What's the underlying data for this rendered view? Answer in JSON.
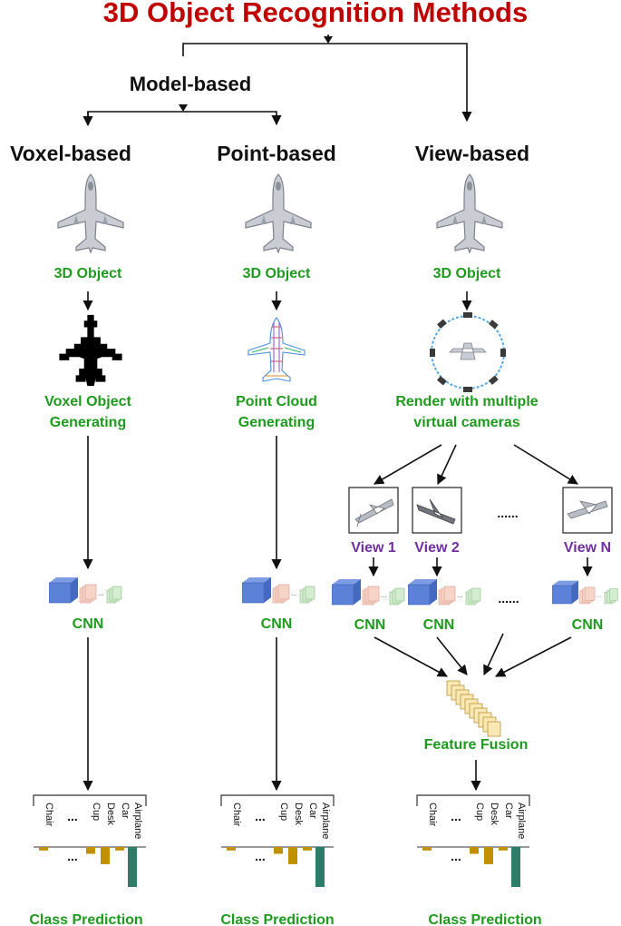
{
  "title": "3D Object Recognition Methods",
  "model_based": "Model-based",
  "columns": {
    "voxel": {
      "heading": "Voxel-based",
      "object_label": "3D Object",
      "generate_line1": "Voxel Object",
      "generate_line2": "Generating",
      "cnn_label": "CNN",
      "prediction_label": "Class Prediction"
    },
    "point": {
      "heading": "Point-based",
      "object_label": "3D Object",
      "generate_line1": "Point Cloud",
      "generate_line2": "Generating",
      "cnn_label": "CNN",
      "prediction_label": "Class Prediction"
    },
    "view": {
      "heading": "View-based",
      "object_label": "3D Object",
      "render_line1": "Render with multiple",
      "render_line2": "virtual cameras",
      "views": [
        "View 1",
        "View 2",
        "View N"
      ],
      "views_ellipsis": "......",
      "cnn_labels": [
        "CNN",
        "CNN",
        "CNN"
      ],
      "cnn_ellipsis": "......",
      "fusion_label": "Feature Fusion",
      "prediction_label": "Class Prediction"
    }
  },
  "class_prediction": {
    "classes": [
      "Chair",
      "...",
      "Cup",
      "Desk",
      "Car",
      "Airplane"
    ],
    "ellipsis": "...",
    "scores": [
      0.06,
      0,
      0.12,
      0.3,
      0.06,
      0.7
    ],
    "highlight_class": "Airplane"
  },
  "colors": {
    "title": "#c00000",
    "label_green": "#1e9a1e",
    "label_purple": "#7030a0",
    "bar_minor": "#c09000",
    "bar_top": "#2e7d6b",
    "cnn_blue": "#5b82d6",
    "cnn_pink": "#f2b8a6",
    "cnn_green": "#a9d8a0"
  },
  "icons": {
    "object": "airplane-icon",
    "voxel": "voxel-airplane-icon",
    "point_cloud": "point-cloud-airplane-icon",
    "cameras": "camera-ring-icon",
    "cnn": "cnn-layers-icon",
    "fusion": "feature-stack-icon"
  }
}
